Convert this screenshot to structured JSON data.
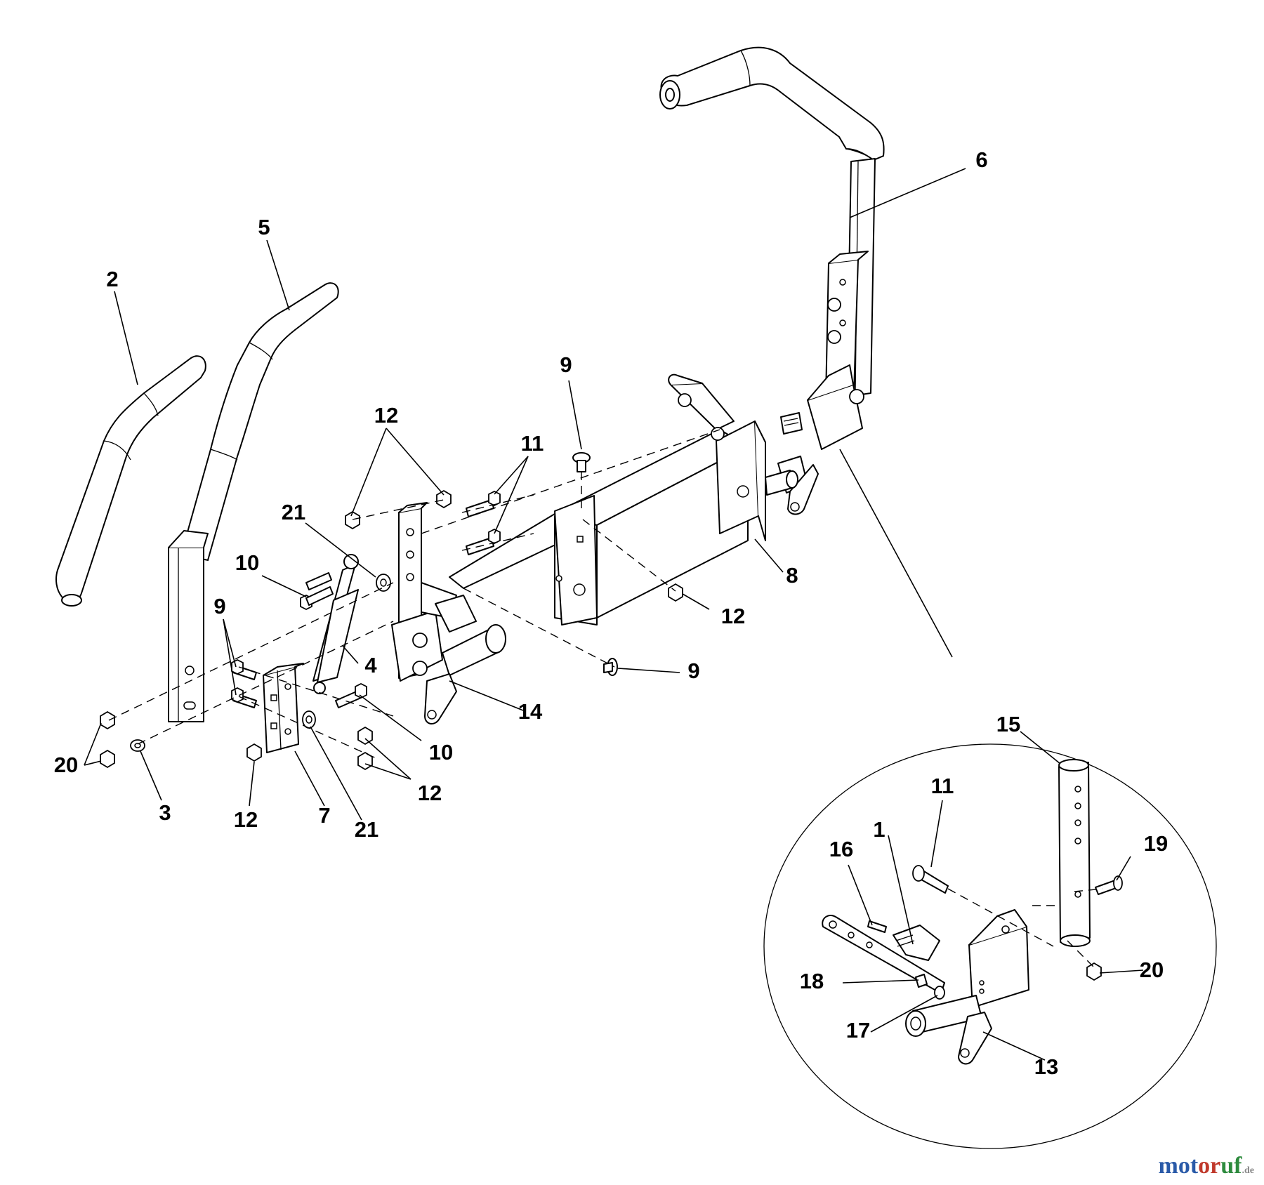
{
  "callouts": [
    {
      "id": "c1",
      "text": "1"
    },
    {
      "id": "c2",
      "text": "2"
    },
    {
      "id": "c3",
      "text": "3"
    },
    {
      "id": "c4",
      "text": "4"
    },
    {
      "id": "c5",
      "text": "5"
    },
    {
      "id": "c6",
      "text": "6"
    },
    {
      "id": "c7",
      "text": "7"
    },
    {
      "id": "c8",
      "text": "8"
    },
    {
      "id": "c9a",
      "text": "9"
    },
    {
      "id": "c9b",
      "text": "9"
    },
    {
      "id": "c9c",
      "text": "9"
    },
    {
      "id": "c10a",
      "text": "10"
    },
    {
      "id": "c10b",
      "text": "10"
    },
    {
      "id": "c11a",
      "text": "11"
    },
    {
      "id": "c11b",
      "text": "11"
    },
    {
      "id": "c12a",
      "text": "12"
    },
    {
      "id": "c12b",
      "text": "12"
    },
    {
      "id": "c12c",
      "text": "12"
    },
    {
      "id": "c12d",
      "text": "12"
    },
    {
      "id": "c13",
      "text": "13"
    },
    {
      "id": "c14",
      "text": "14"
    },
    {
      "id": "c15",
      "text": "15"
    },
    {
      "id": "c16",
      "text": "16"
    },
    {
      "id": "c17",
      "text": "17"
    },
    {
      "id": "c18",
      "text": "18"
    },
    {
      "id": "c19",
      "text": "19"
    },
    {
      "id": "c20a",
      "text": "20"
    },
    {
      "id": "c20b",
      "text": "20"
    },
    {
      "id": "c21a",
      "text": "21"
    },
    {
      "id": "c21b",
      "text": "21"
    }
  ],
  "watermark": {
    "part1": "mot",
    "part2": "or",
    "part3": "uf",
    "part4": ".de"
  }
}
